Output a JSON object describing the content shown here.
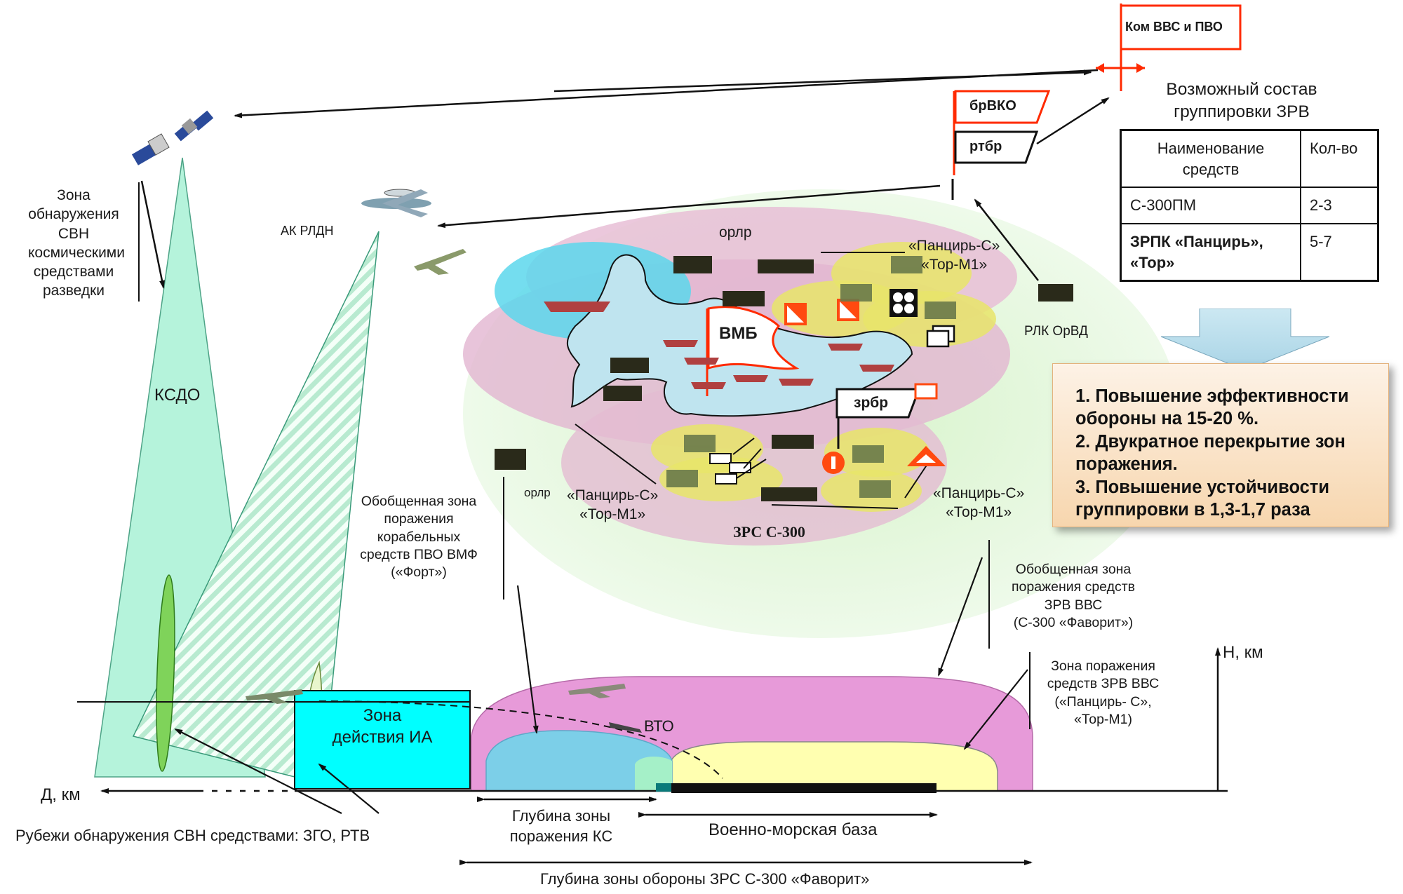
{
  "title": "Возможный состав группировки ЗРВ",
  "table": {
    "headers": [
      "Наименование средств",
      "Кол-во"
    ],
    "rows": [
      {
        "name": "С-300ПМ",
        "count": "2-3",
        "bold": false
      },
      {
        "name": "ЗРПК «Панцирь», «Тор»",
        "count": "5-7",
        "bold": true
      }
    ]
  },
  "effects": [
    "1. Повышение эффективности обороны на 15-20 %.",
    "2. Двукратное перекрытие зон поражения.",
    "3. Повышение устойчивости группировки в 1,3-1,7 раза"
  ],
  "flags": {
    "command": "Ком ВВС и ПВО",
    "brvko": "брВКО",
    "rtbr": "ртбр",
    "vmb": "ВМБ",
    "zrbr": "зрбр"
  },
  "labels": {
    "space_zone": "Зона\nобнаружения\nСВН\nкосмическими\nсредствами\nразведки",
    "ksdo": "КСДО",
    "ak_rldn": "АК РЛДН",
    "orlr_top": "орлр",
    "orlr_left": "орлр",
    "pantsir_top": "«Панцирь-С»\n«Тор-М1»",
    "pantsir_left": "«Панцирь-С»\n«Тор-М1»",
    "pantsir_right": "«Панцирь-С»\n«Тор-М1»",
    "rlk": "РЛК ОрВД",
    "zrs": "ЗРС С-300",
    "ship_zone": "Обобщенная зона\nпоражения\nкорабельных\nсредств ПВО ВМФ\n(«Форт»)",
    "vvs_zone": "Обобщенная зона\nпоражения средств\nЗРВ ВВС\n(С-300 «Фаворит»)",
    "pantsir_zone": "Зона поражения\nсредств ЗРВ ВВС\n(«Панцирь- С»,\n«Тор-М1)",
    "h_axis": "Н, км",
    "d_axis": "Д, км",
    "ia_zone": "Зона\nдействия ИА",
    "vto": "ВТО",
    "ks_depth": "Глубина зоны\nпоражения  КС",
    "naval_base": "Военно-морская база",
    "defense_depth": "Глубина зоны обороны ЗРС С-300 «Фаворит»",
    "detection_lines": "Рубежи обнаружения СВН средствами:  ЗГО,   РТВ"
  },
  "colors": {
    "flag_red": "#ff2a00",
    "ksdo_fill": "#aef2d8",
    "ia_fill": "#00ffff",
    "pink_zone": "#e8a0d8",
    "yellow_zone": "#ffffb0",
    "blue_zone": "#8ed1f0",
    "green_halo": "#e4f7da",
    "effect_bg": "#f7d6ae"
  }
}
